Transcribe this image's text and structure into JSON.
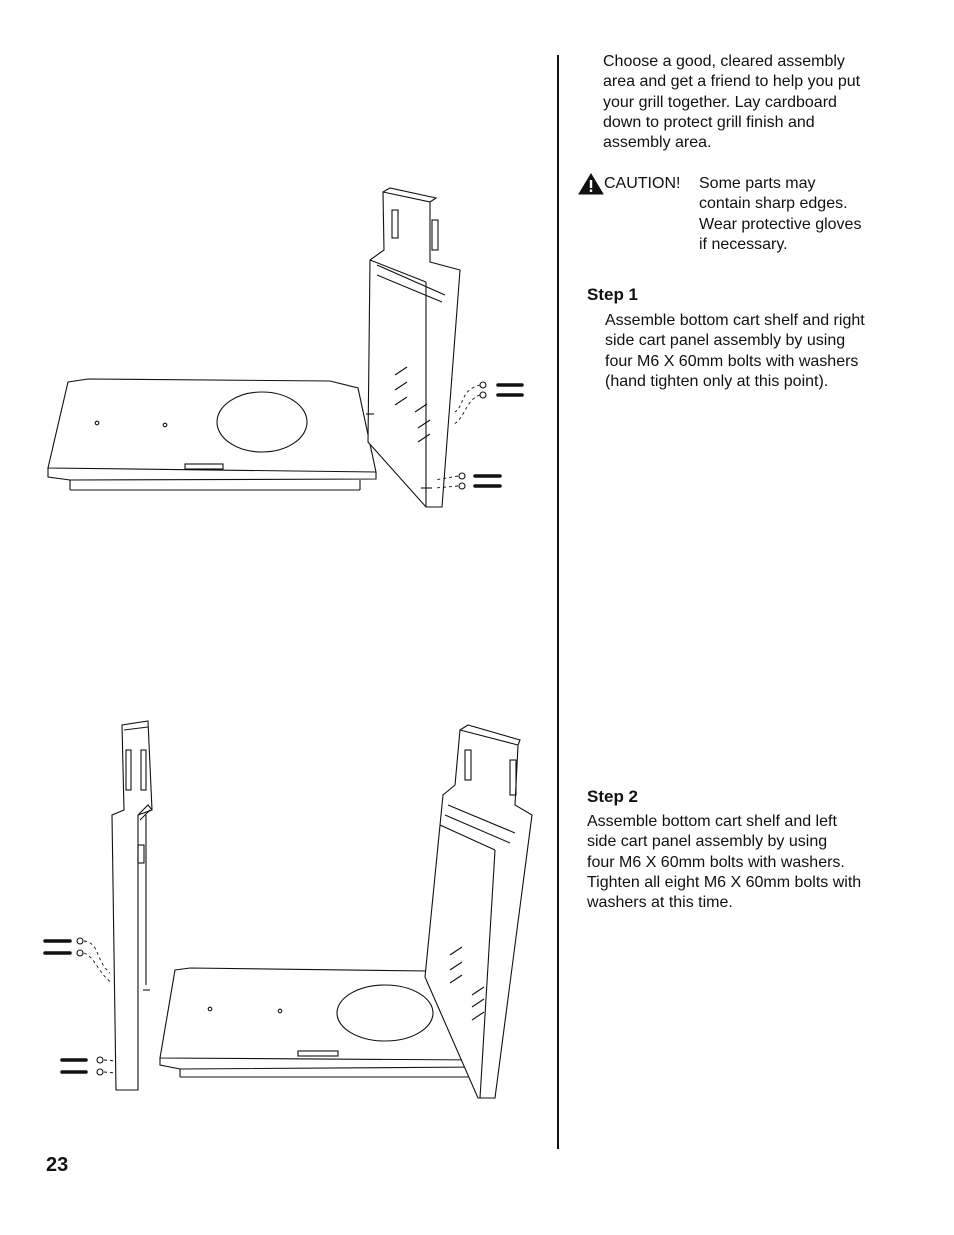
{
  "intro": {
    "text": "Choose a good, cleared assembly\narea and get a friend to help you put\nyour grill together. Lay cardboard\ndown to protect grill finish and\nassembly area."
  },
  "caution": {
    "label": "CAUTION!",
    "text": "Some parts may\ncontain sharp edges.\nWear protective gloves\nif necessary.",
    "icon": "warning-triangle-icon"
  },
  "steps": [
    {
      "title": "Step 1",
      "text": "Assemble bottom cart shelf and right\nside cart panel assembly by using\nfour M6 X 60mm bolts with washers\n(hand tighten only at this point)."
    },
    {
      "title": "Step 2",
      "text": "Assemble bottom cart shelf and left\nside cart panel assembly by using\nfour M6 X 60mm bolts with washers.\nTighten all eight M6 X 60mm bolts with\nwashers at this time."
    }
  ],
  "page_number": "23"
}
